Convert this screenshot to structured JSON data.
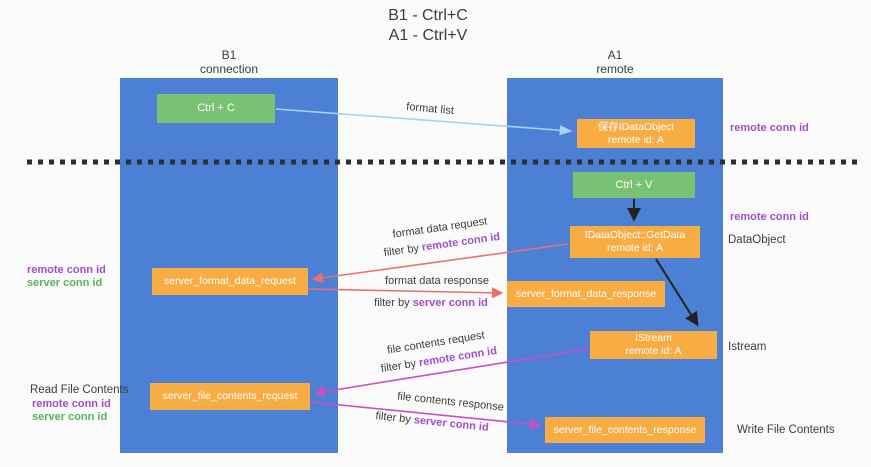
{
  "title": {
    "line1": "B1 - Ctrl+C",
    "line2": "A1 - Ctrl+V"
  },
  "columns": {
    "b1": {
      "name": "B1",
      "role": "connection"
    },
    "a1": {
      "name": "A1",
      "role": "remote"
    }
  },
  "boxes": {
    "ctrl_c": "Ctrl + C",
    "ctrl_v": "Ctrl + V",
    "save_idataobject": {
      "line1": "保存IDataObject",
      "line2": "remote id: A"
    },
    "getdata": {
      "line1": "IDataObject::GetData",
      "line2": "remote id: A"
    },
    "istream": {
      "line1": "IStream",
      "line2": "remote id: A"
    },
    "format_request": "server_format_data_request",
    "format_response": "server_format_data_response",
    "file_request": "server_file_contents_request",
    "file_response": "server_file_contents_response"
  },
  "side_labels": {
    "right_remote_1": "remote conn id",
    "right_remote_2": "remote conn id",
    "dataobject": "DataObject",
    "istream": "Istream",
    "write_file": "Write File Contents",
    "left_mid_remote": "remote conn id",
    "left_mid_server": "server conn id",
    "read_file": "Read File Contents",
    "left_bottom_remote": "remote conn id",
    "left_bottom_server": "server conn id"
  },
  "flow_labels": {
    "format_list": "format list",
    "format_request": {
      "action": "format data request",
      "filter_prefix": "filter by ",
      "filter_id": "remote conn id"
    },
    "format_response": {
      "action": "format data response",
      "filter_prefix": "filter by ",
      "filter_id": "server conn id"
    },
    "file_request": {
      "action": "file contents request",
      "filter_prefix": "filter by ",
      "filter_id": "remote conn id"
    },
    "file_response": {
      "action": "file contents response",
      "filter_prefix": "filter by ",
      "filter_id": "server conn id"
    }
  },
  "colors": {
    "column_blue": "#4b80d5",
    "box_green": "#79c274",
    "box_orange": "#f7ac44",
    "arrow_light_blue": "#a5d3f0",
    "arrow_red": "#e8706f",
    "arrow_magenta": "#c94fc5",
    "arrow_black": "#222222",
    "label_purple": "#a14fc9",
    "label_green": "#55b45a",
    "text_dark": "#3d3d3d",
    "dashed_line": "#2e2e2e"
  }
}
